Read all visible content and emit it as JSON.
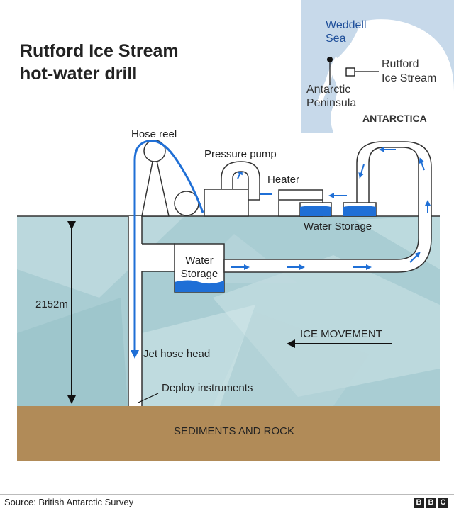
{
  "title": {
    "line1": "Rutford Ice Stream",
    "line2": "hot-water drill"
  },
  "inset_map": {
    "sea_label_1": "Weddell",
    "sea_label_2": "Sea",
    "site_label_1": "Rutford",
    "site_label_2": "Ice Stream",
    "peninsula_label_1": "Antarctic",
    "peninsula_label_2": "Peninsula",
    "continent_label": "ANTARCTICA"
  },
  "labels": {
    "hose_reel": "Hose reel",
    "pressure_pump": "Pressure pump",
    "heater": "Heater",
    "water_storage_surface": "Water Storage",
    "water_storage_sub_1": "Water",
    "water_storage_sub_2": "Storage",
    "depth": "2152m",
    "ice_movement": "ICE MOVEMENT",
    "jet_hose_head": "Jet hose head",
    "deploy_instruments": "Deploy instruments",
    "sediments": "SEDIMENTS AND ROCK"
  },
  "colors": {
    "ice": "#a9cdd3",
    "sediment": "#b18b58",
    "hose": "#1f6fd6",
    "water": "#1f6fd6",
    "map_sea": "#c7d9ea",
    "map_land": "#ffffff"
  },
  "footer": {
    "source": "Source: British Antarctic Survey",
    "logo_letters": [
      "B",
      "B",
      "C"
    ]
  }
}
